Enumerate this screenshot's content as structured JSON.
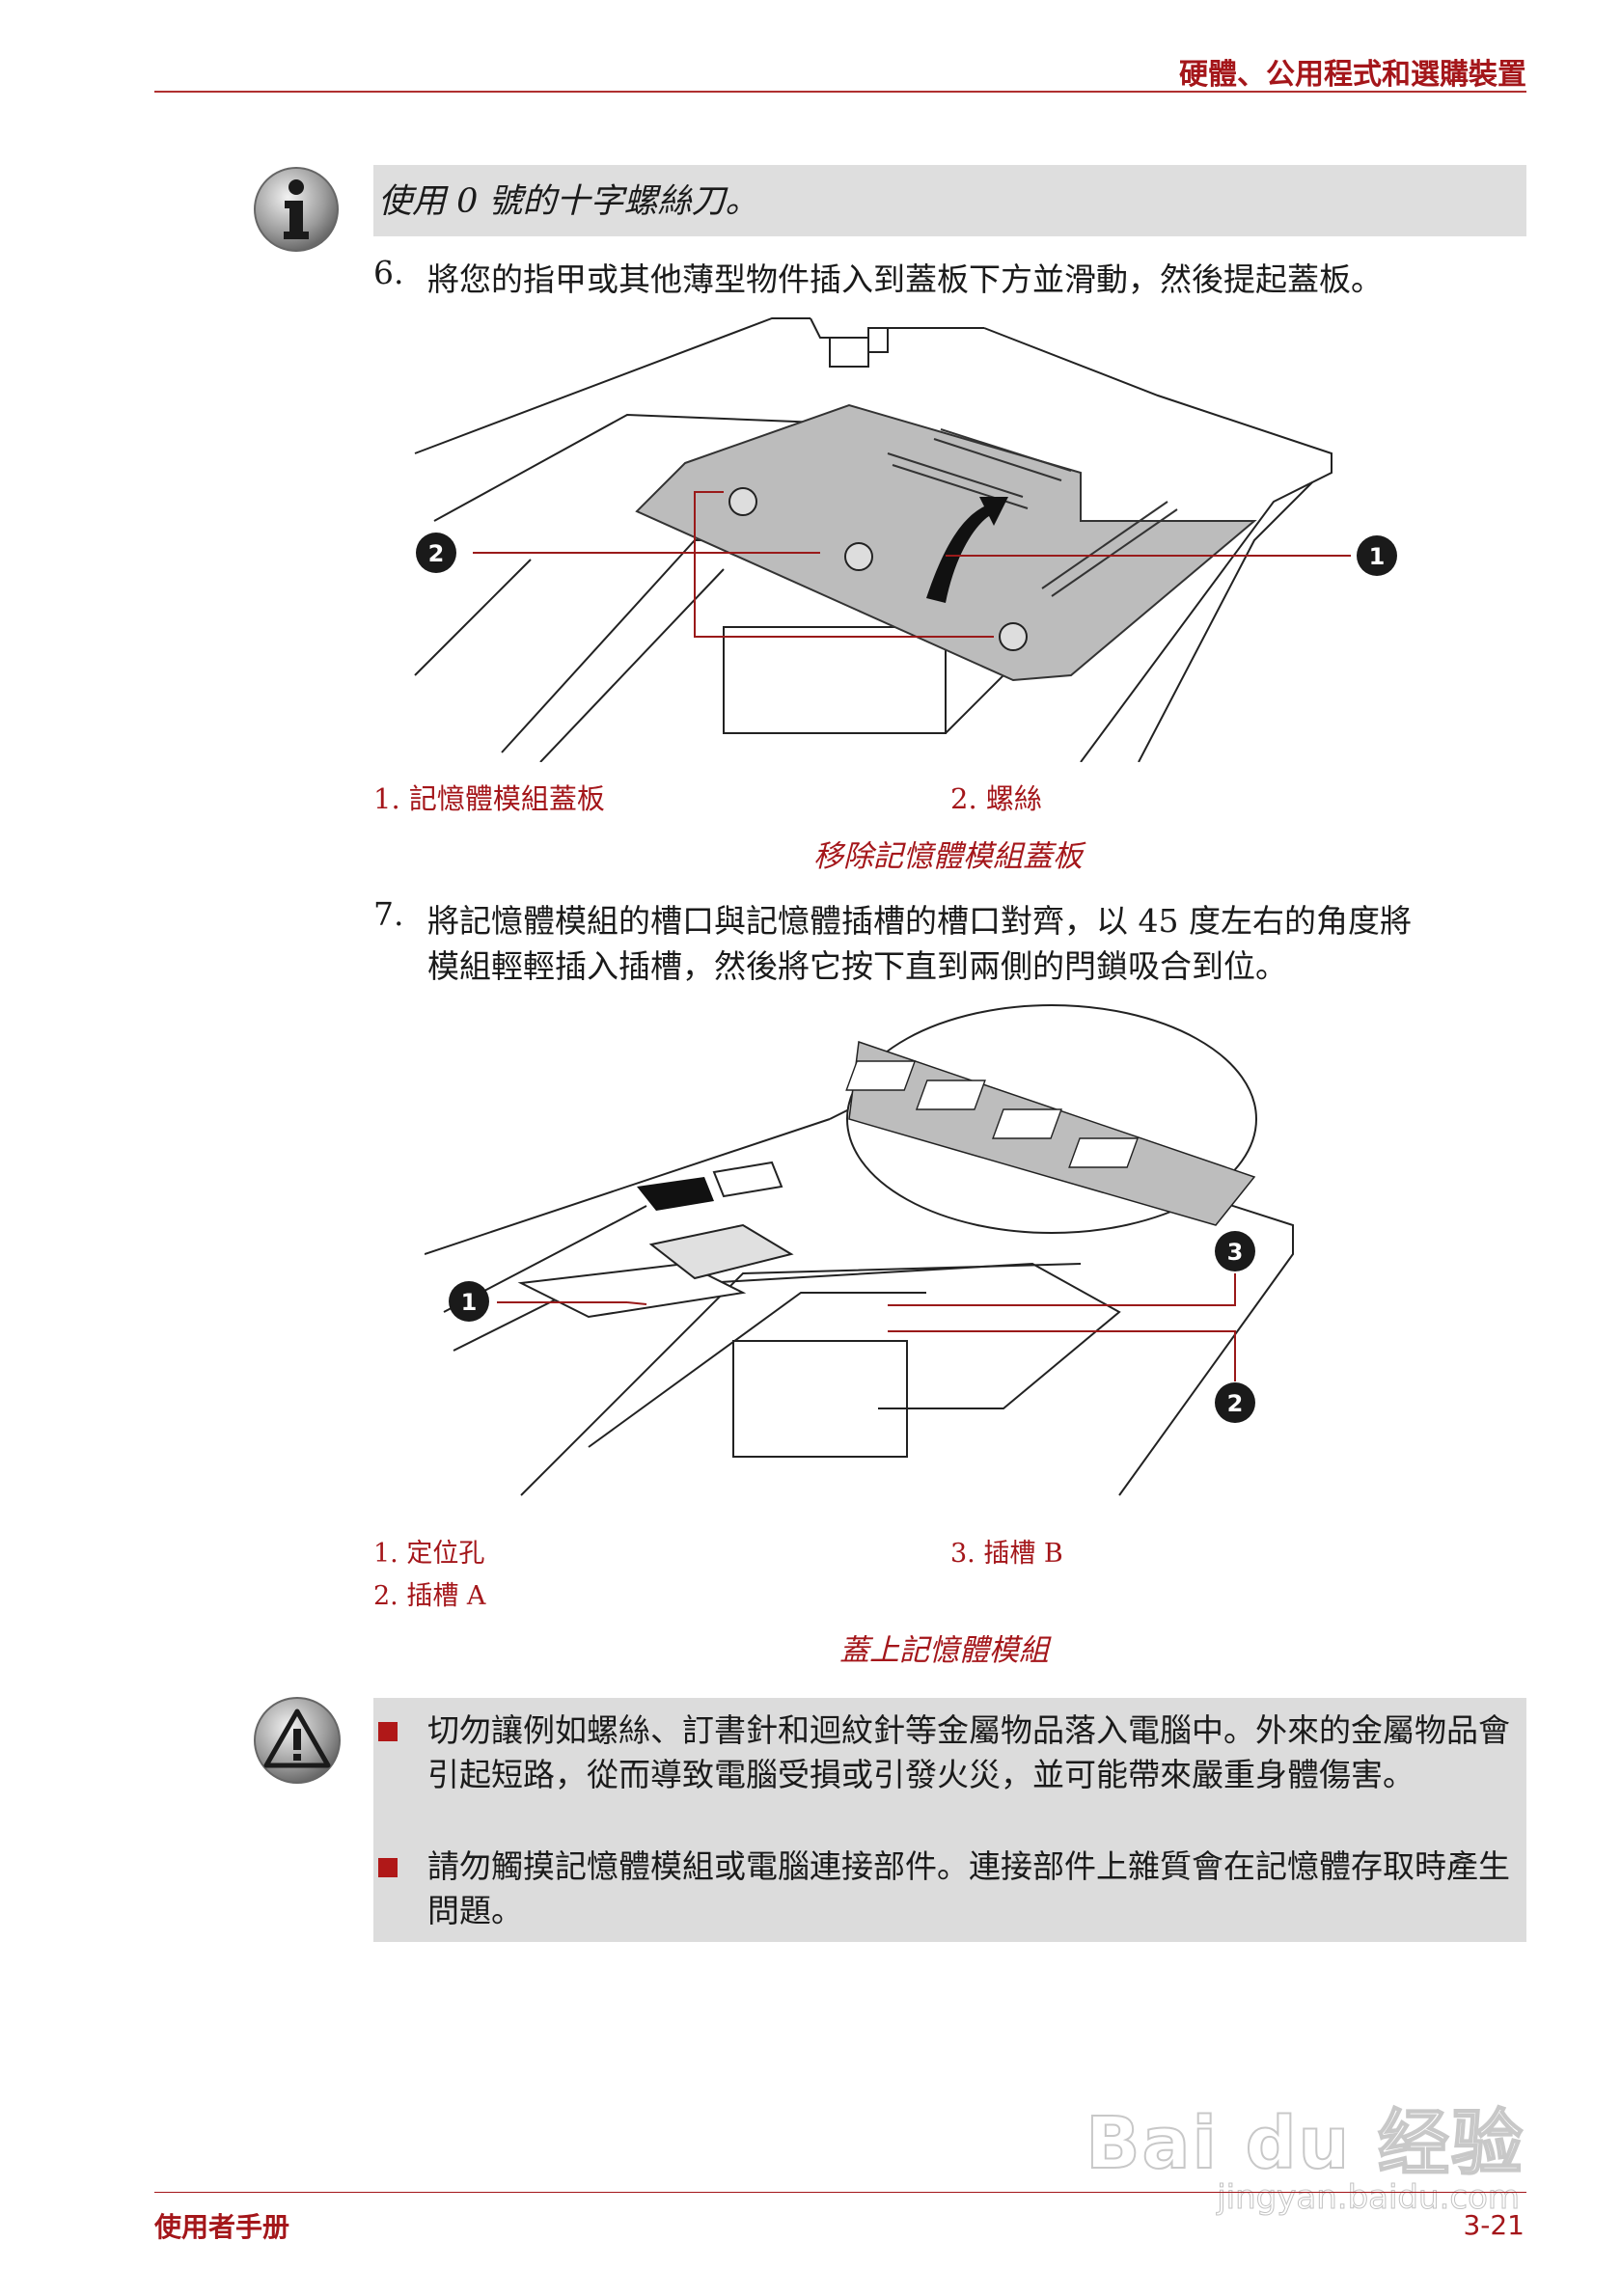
{
  "header": {
    "title": "硬體、公用程式和選購裝置"
  },
  "note": {
    "text": "使用 0 號的十字螺絲刀。"
  },
  "step6": {
    "number": "6.",
    "text": "將您的指甲或其他薄型物件插入到蓋板下方並滑動，然後提起蓋板。"
  },
  "figure1": {
    "callout_1": "1",
    "callout_2": "2",
    "caption_1": "1. 記憶體模組蓋板",
    "caption_2": "2. 螺絲",
    "title": "移除記憶體模組蓋板"
  },
  "step7": {
    "number": "7.",
    "line1": "將記憶體模組的槽口與記憶體插槽的槽口對齊，以 45 度左右的角度將",
    "line2": "模組輕輕插入插槽，然後將它按下直到兩側的閂鎖吸合到位。"
  },
  "figure2": {
    "callout_1": "1",
    "callout_2": "2",
    "callout_3": "3",
    "caption_1": "1. 定位孔",
    "caption_2": "2. 插槽 A",
    "caption_3": "3. 插槽 B",
    "title": "蓋上記憶體模組"
  },
  "warning": {
    "item1": "切勿讓例如螺絲、訂書針和迴紋針等金屬物品落入電腦中。外來的金屬物品會引起短路，從而導致電腦受損或引發火災，並可能帶來嚴重身體傷害。",
    "item2": "請勿觸摸記憶體模組或電腦連接部件。連接部件上雜質會在記憶體存取時產生問題。"
  },
  "footer": {
    "left": "使用者手册",
    "right": "3-21"
  },
  "watermark": {
    "main": "Bai du 经验",
    "sub": "jingyan.baidu.com"
  },
  "colors": {
    "accent": "#a4161a",
    "note_bg": "#dedede",
    "warn_bg": "#dcdcdc"
  },
  "icons": {
    "note": "info-icon",
    "warning": "warning-icon"
  }
}
